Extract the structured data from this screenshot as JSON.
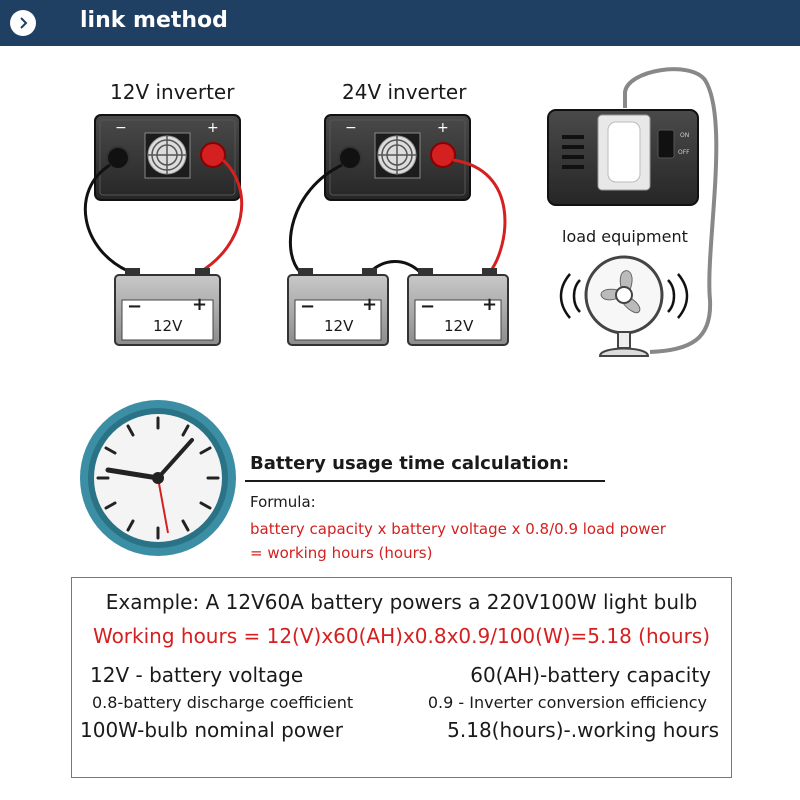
{
  "header": {
    "title": "link method",
    "nav_icon": "chevron-right-icon"
  },
  "diagram": {
    "inverter_12v_label": "12V inverter",
    "inverter_24v_label": "24V inverter",
    "battery_label": "12V",
    "minus_sign": "−",
    "plus_sign": "+",
    "switch_on": "ON",
    "switch_off": "OFF",
    "load_label": "load equipment"
  },
  "calculation": {
    "title": "Battery usage time calculation:",
    "formula_label": "Formula:",
    "formula_line1": "battery capacity x battery voltage x 0.8/0.9 load power",
    "formula_line2": "= working hours (hours)"
  },
  "example": {
    "title": "Example: A 12V60A battery powers a 220V100W light bulb",
    "result": "Working hours = 12(V)x60(AH)x0.8x0.9/100(W)=5.18 (hours)",
    "row1_left": "12V - battery voltage",
    "row1_right": "60(AH)-battery capacity",
    "row2_left": "0.8-battery discharge coefficient",
    "row2_right": "0.9 - Inverter conversion efficiency",
    "row3_left": "100W-bulb nominal power",
    "row3_right": "5.18(hours)-.working hours"
  },
  "colors": {
    "header_bg": "#1f3f63",
    "accent_red": "#d42020",
    "clock_ring": "#3b8ea3",
    "inverter_body": "#3a3a3a"
  }
}
